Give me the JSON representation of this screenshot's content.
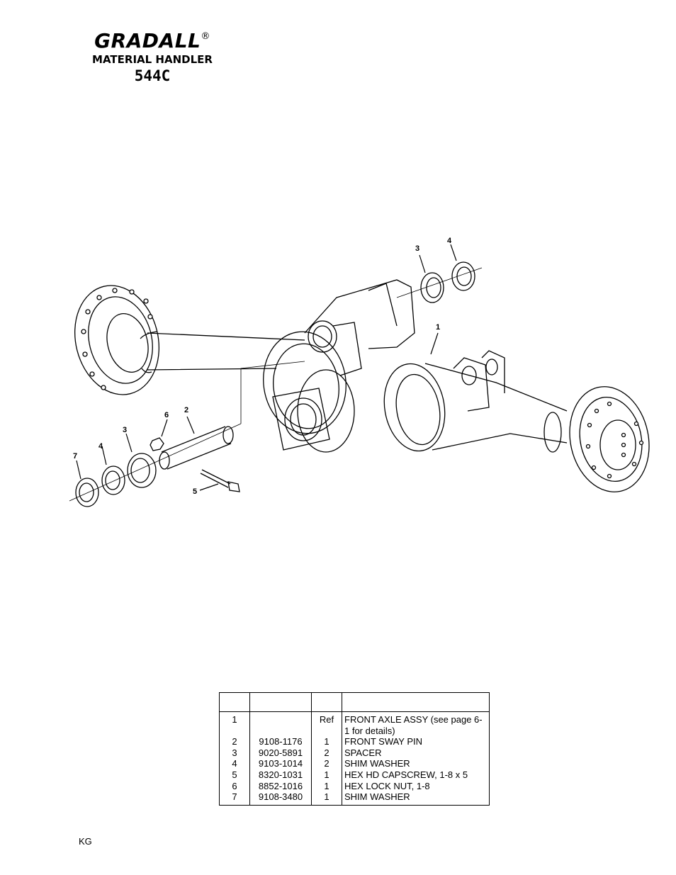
{
  "header": {
    "brand": "GRADALL",
    "registered": "®",
    "subtitle": "MATERIAL HANDLER",
    "model": "544C"
  },
  "diagram": {
    "callouts": {
      "c1": "1",
      "c2": "2",
      "c3a": "3",
      "c3b": "3",
      "c4a": "4",
      "c4b": "4",
      "c5": "5",
      "c6": "6",
      "c7": "7"
    }
  },
  "parts_table": {
    "headers": [
      "",
      "",
      "",
      ""
    ],
    "rows": [
      {
        "item": "1",
        "part": "",
        "qty": "Ref",
        "desc": "FRONT AXLE ASSY (see page 6-1 for details)"
      },
      {
        "item": "2",
        "part": "9108-1176",
        "qty": "1",
        "desc": "FRONT SWAY PIN"
      },
      {
        "item": "3",
        "part": "9020-5891",
        "qty": "2",
        "desc": "SPACER"
      },
      {
        "item": "4",
        "part": "9103-1014",
        "qty": "2",
        "desc": "SHIM WASHER"
      },
      {
        "item": "5",
        "part": "8320-1031",
        "qty": "1",
        "desc": "HEX HD CAPSCREW, 1-8 x 5"
      },
      {
        "item": "6",
        "part": "8852-1016",
        "qty": "1",
        "desc": "HEX LOCK NUT, 1-8"
      },
      {
        "item": "7",
        "part": "9108-3480",
        "qty": "1",
        "desc": "SHIM WASHER"
      }
    ]
  },
  "footer": {
    "code": "KG"
  }
}
